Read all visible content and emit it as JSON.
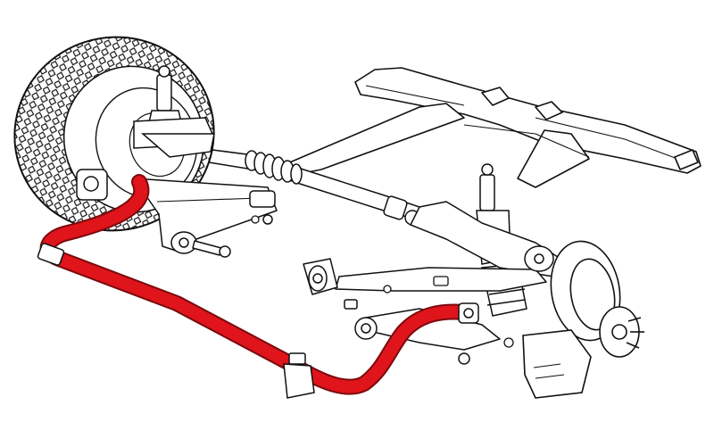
{
  "figure": {
    "kind": "technical line illustration",
    "style": "black ink linework on white with highlighted component in red",
    "colors": {
      "background": "#ffffff",
      "ink": "#111111",
      "highlight": "#e0141b",
      "highlight_edge": "#7a0a0d"
    },
    "components": [
      "front-left-wheel-tire",
      "front-subframe",
      "steering-rack",
      "left-strut",
      "right-strut",
      "left-lower-control-arm",
      "right-lower-control-arm",
      "brake-disc-and-caliper",
      "anti-roll-bar"
    ],
    "highlighted_component": "anti-roll-bar"
  }
}
